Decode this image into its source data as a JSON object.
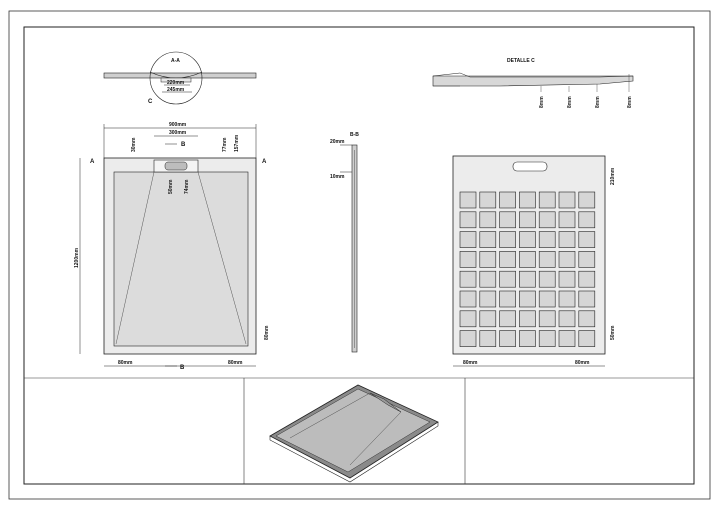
{
  "section_aa": {
    "title": "A-A",
    "dims": [
      "220mm",
      "245mm"
    ],
    "detail_ref": "C"
  },
  "detalle_c": {
    "title": "DETALLE   C",
    "dims": [
      "8mm",
      "8mm",
      "8mm",
      "8mm"
    ]
  },
  "plan": {
    "width_total": "900mm",
    "width_grate": "300mm",
    "left_offset": "30mm",
    "grate_depth_right": "77mm",
    "grate_depth_far": "157mm",
    "grate_depth_inner": "50mm",
    "grate_depth_inner2": "74mm",
    "length": "1200mm",
    "bottom_right_height": "80mm",
    "bottom_left_margin": "80mm",
    "bottom_right_margin": "80mm",
    "section_b_top": "B",
    "section_b_bottom": "B",
    "section_a_left": "A",
    "section_a_right": "A"
  },
  "section_bb": {
    "title": "B-B",
    "dims": [
      "20mm",
      "10mm"
    ]
  },
  "underside": {
    "top_dim": "210mm",
    "right_bottom_dim": "50mm",
    "bottom_left": "80mm",
    "bottom_right": "80mm",
    "grid_cols": 7,
    "grid_rows": 8
  }
}
